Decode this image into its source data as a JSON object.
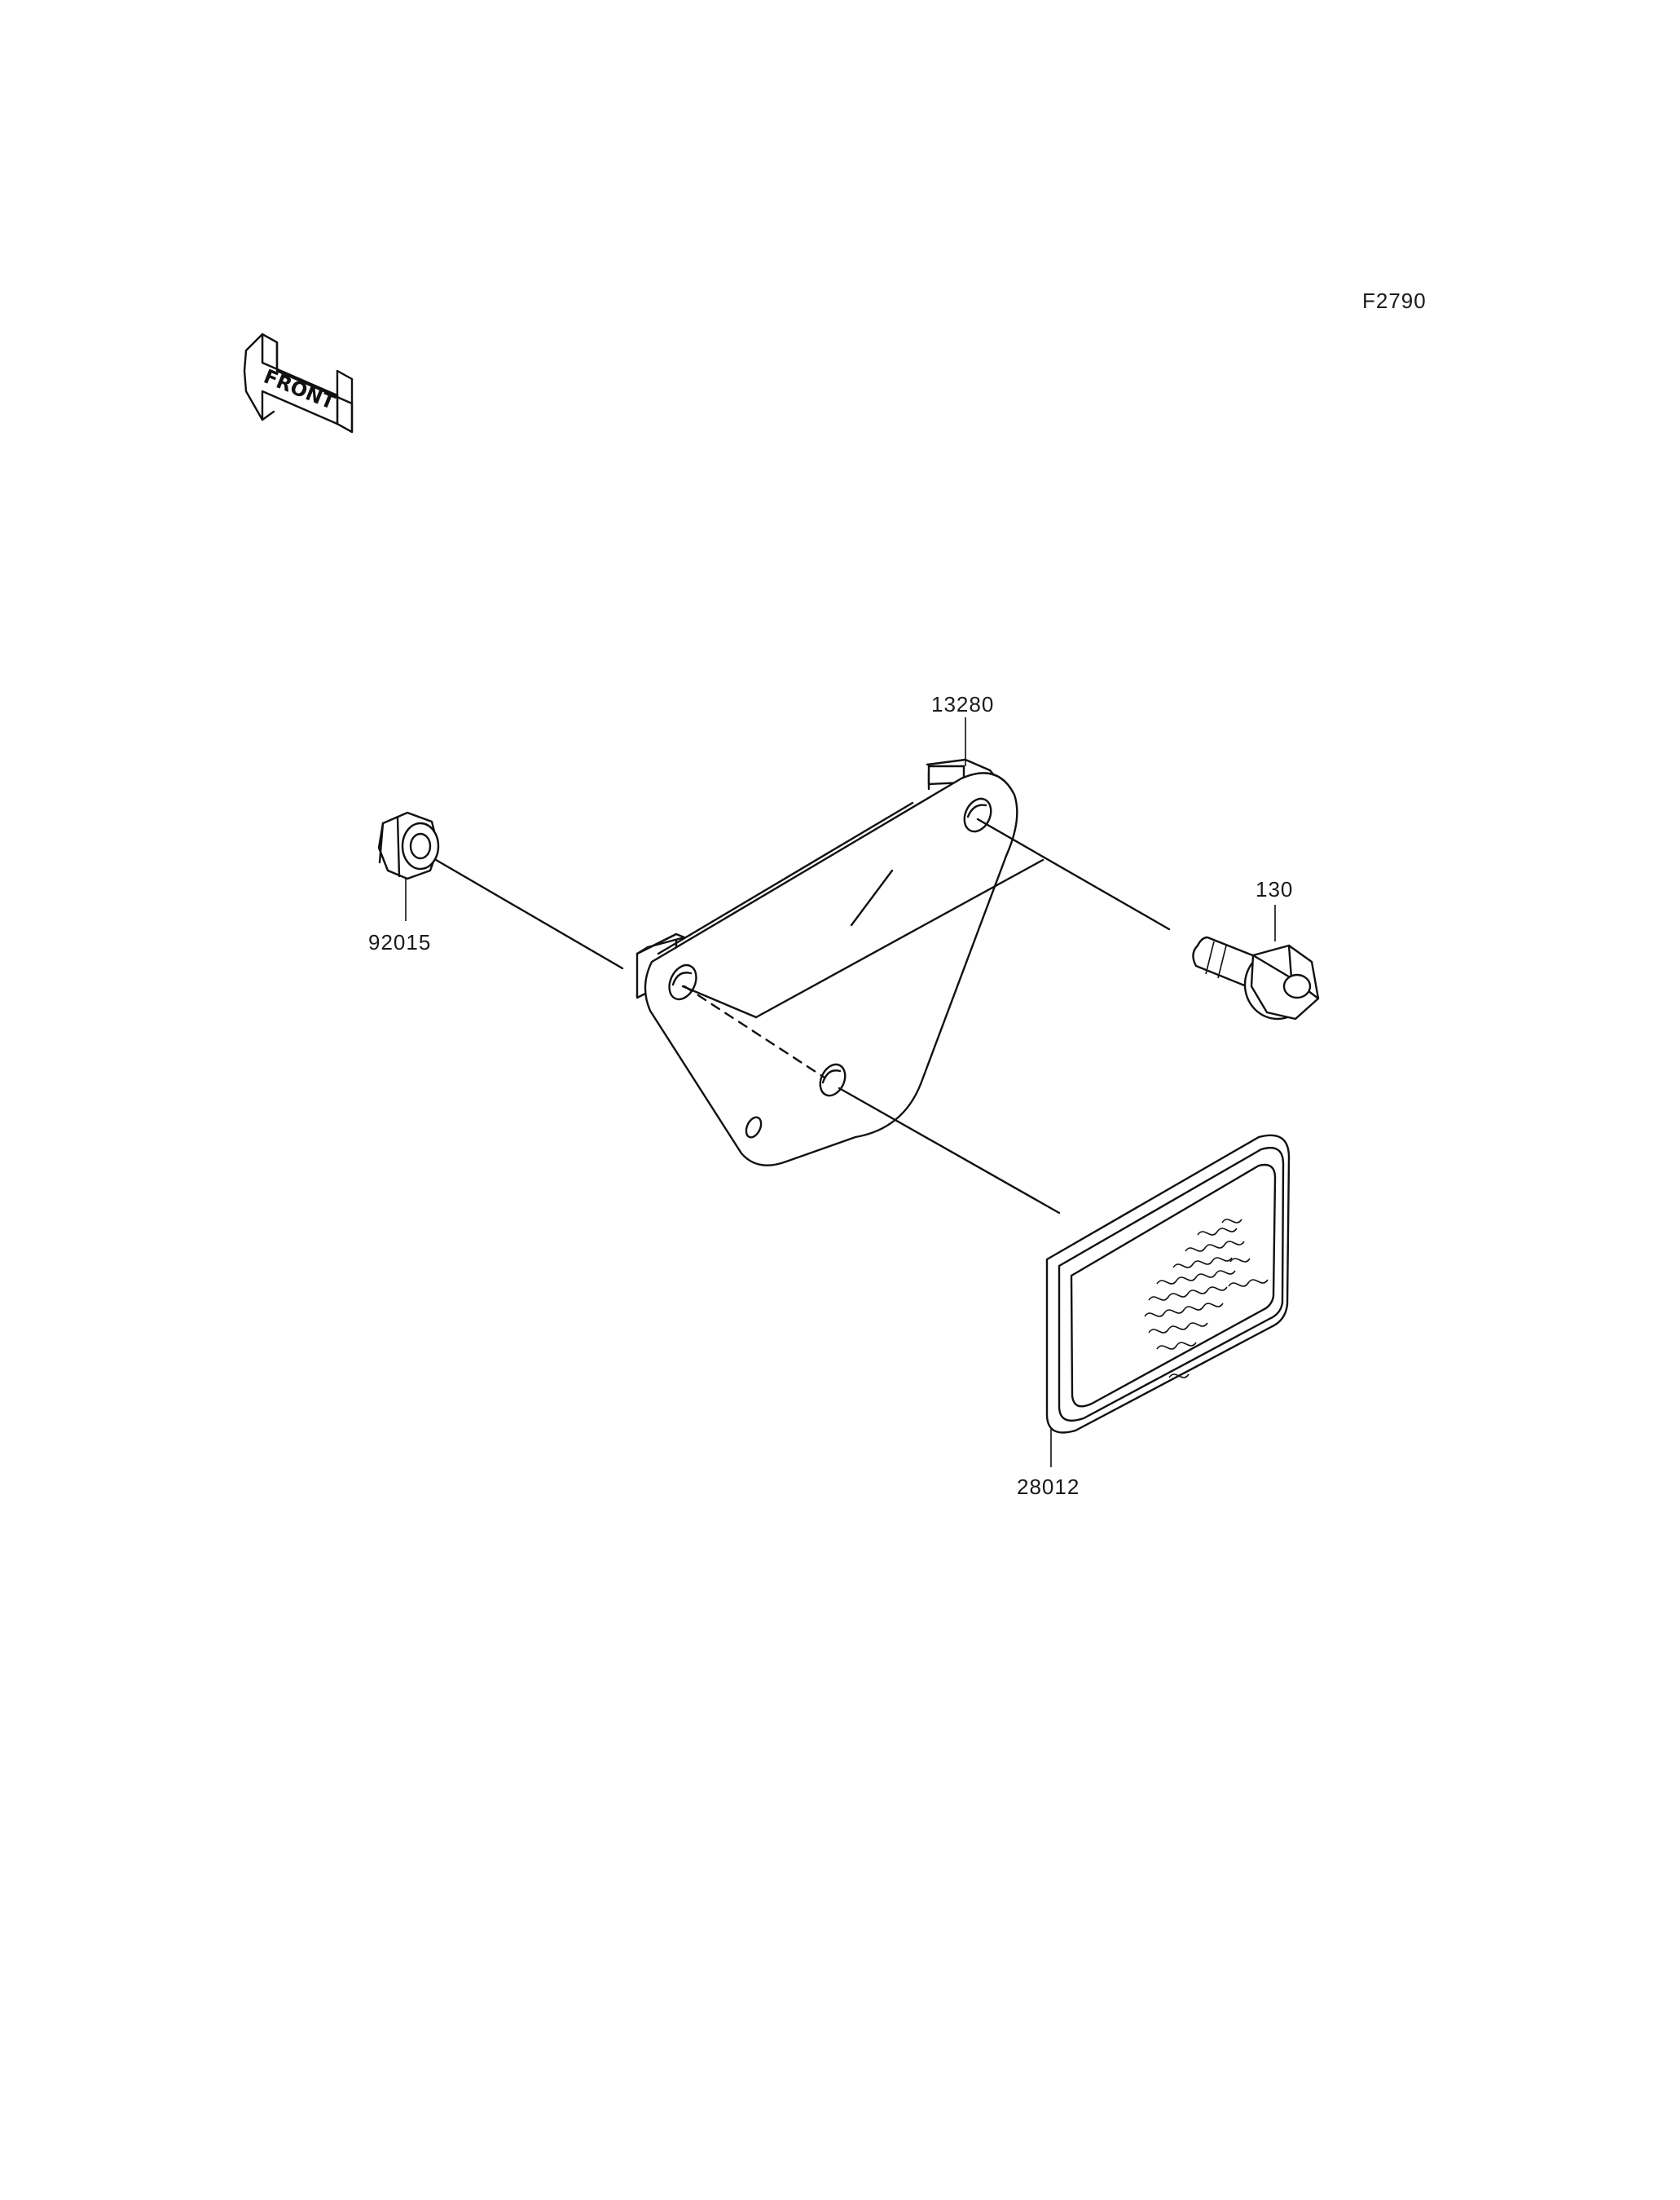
{
  "diagram": {
    "figure_code": "F2790",
    "front_indicator": "FRONT",
    "parts": [
      {
        "number": "13280"
      },
      {
        "number": "130"
      },
      {
        "number": "92015"
      },
      {
        "number": "28012"
      }
    ],
    "colors": {
      "line": "#111111",
      "background": "#ffffff"
    },
    "icons": [
      "front-arrow-icon",
      "reflector-pattern-icon"
    ]
  }
}
